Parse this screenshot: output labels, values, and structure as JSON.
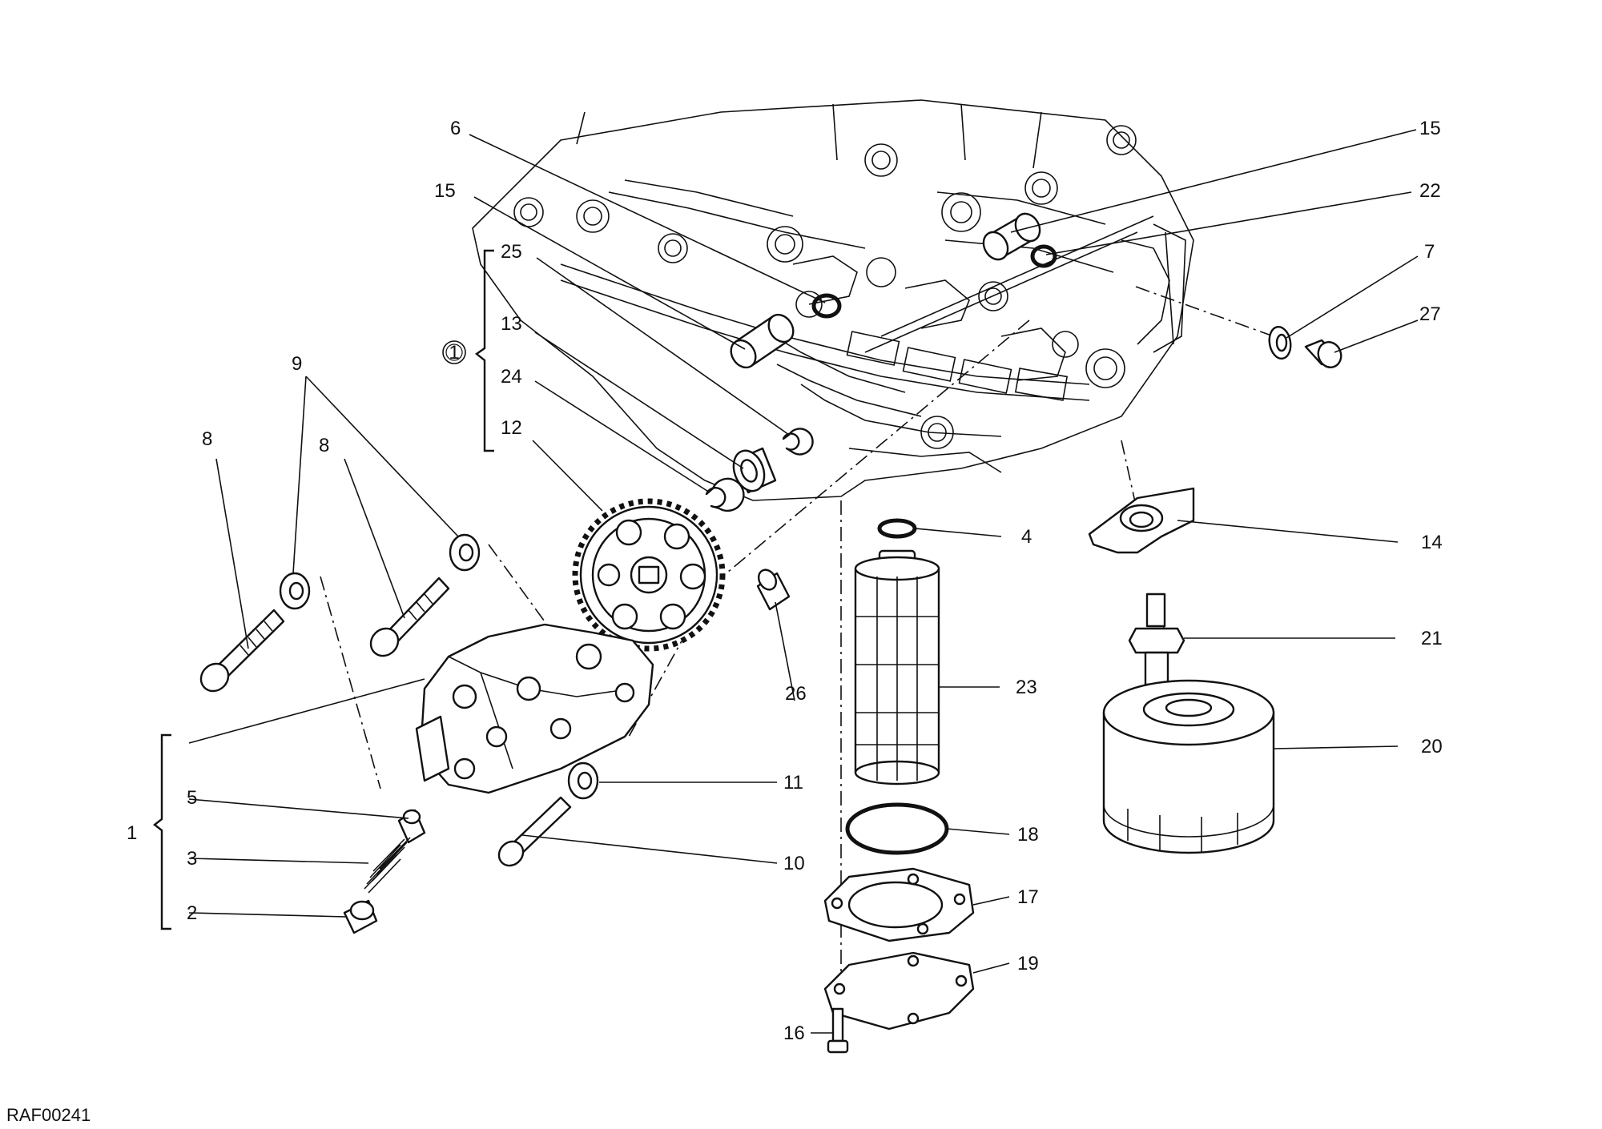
{
  "drawing": {
    "reference_code": "RAF00241",
    "group_marker": "1"
  },
  "callouts": {
    "c1": "1",
    "c2": "2",
    "c3": "3",
    "c4": "4",
    "c5": "5",
    "c6": "6",
    "c7": "7",
    "c8a": "8",
    "c8b": "8",
    "c9": "9",
    "c10": "10",
    "c11": "11",
    "c12": "12",
    "c13": "13",
    "c14": "14",
    "c15a": "15",
    "c15b": "15",
    "c16": "16",
    "c17": "17",
    "c18": "18",
    "c19": "19",
    "c20": "20",
    "c21": "21",
    "c22": "22",
    "c23": "23",
    "c24": "24",
    "c25": "25",
    "c26": "26",
    "c27": "27"
  }
}
